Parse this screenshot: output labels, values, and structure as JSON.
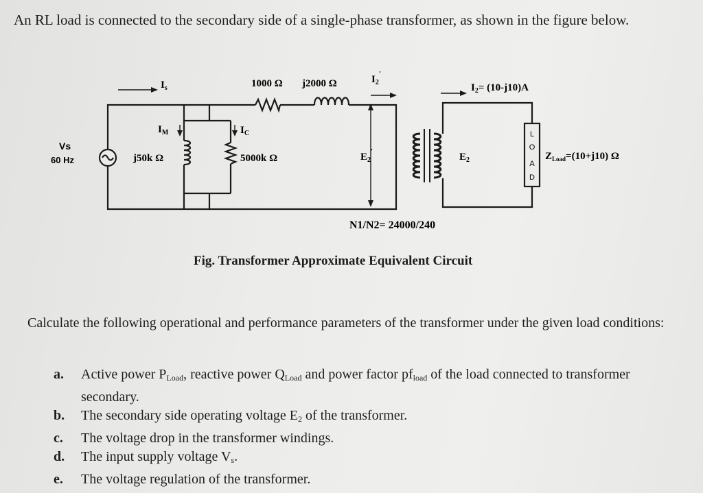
{
  "intro": "An RL load is connected to the secondary side of a single-phase transformer, as shown in the figure below.",
  "circuit": {
    "source_label": "Vs",
    "source_freq": "60 Hz",
    "current_in": "I",
    "current_in_sub": "s",
    "r_series": "1000 Ω",
    "x_series": "j2000 Ω",
    "current_referred": "I",
    "current_referred_sub": "2",
    "current_referred_prime": "'",
    "current_mag": "I",
    "current_mag_sub": "M",
    "current_core": "I",
    "current_core_sub": "C",
    "x_mag": "j50k Ω",
    "r_core": "5000k Ω",
    "e_primary": "E",
    "e_primary_sub": "2",
    "e_primary_prime": "'",
    "e_secondary": "E",
    "e_secondary_sub": "2",
    "load_current": "I",
    "load_current_sub": "2",
    "load_current_value": "= (10-j10)A",
    "load_box_letters": [
      "L",
      "O",
      "A",
      "D"
    ],
    "z_load_main": "Z",
    "z_load_sub": "Load",
    "z_load_value": "=(10+j10) Ω",
    "turns_ratio": "N1/N2= 24000/240"
  },
  "caption": "Fig. Transformer Approximate Equivalent Circuit",
  "question": "Calculate the following operational and performance parameters of the transformer under the given load conditions:",
  "items": [
    {
      "letter": "a.",
      "p1": "Active power P",
      "s1": "Load",
      "p2": ", reactive power Q",
      "s2": "Load",
      "p3": " and power factor pf",
      "s3": "load",
      "p4": " of the load connected to transformer secondary."
    },
    {
      "letter": "b.",
      "p1": "The secondary side operating voltage E",
      "s1": "2",
      "p2": " of the transformer."
    },
    {
      "letter": "c.",
      "p1": "The voltage drop in the transformer windings."
    },
    {
      "letter": "d.",
      "p1": "The input supply voltage V",
      "s1": "s",
      "p2": "."
    },
    {
      "letter": "e.",
      "p1": "The voltage regulation of the transformer."
    }
  ]
}
